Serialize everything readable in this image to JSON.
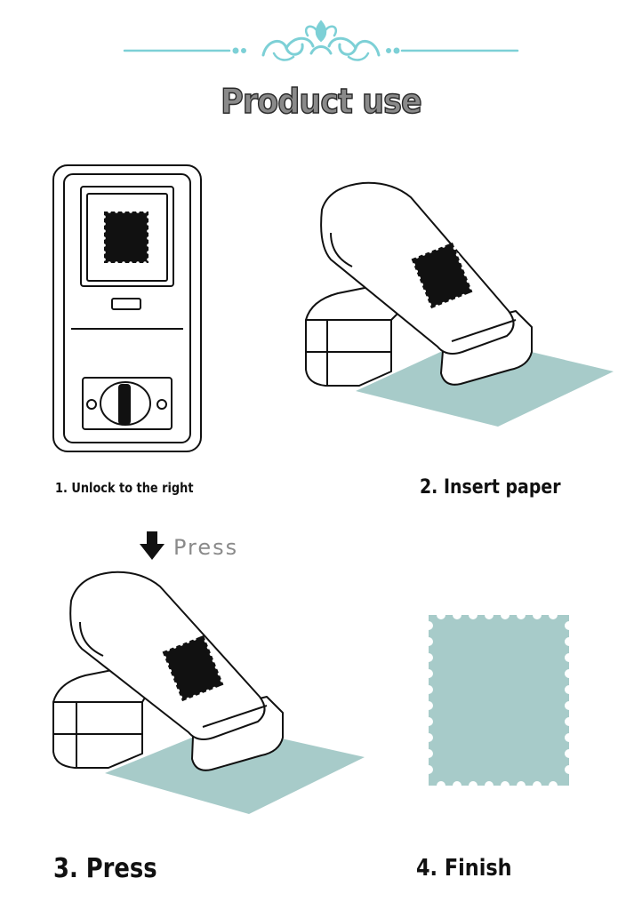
{
  "title": "Product use",
  "press_label": "Press",
  "steps": [
    {
      "label": "1. Unlock to the right"
    },
    {
      "label": "2. Insert paper"
    },
    {
      "label": "3. Press"
    },
    {
      "label": "4. Finish"
    }
  ],
  "colors": {
    "ornament": "#7dd0d6",
    "paper": "#a7cbc9",
    "outline": "#111111",
    "title_fill": "#8a8a8a"
  },
  "icons": [
    "flourish-ornament",
    "punch-front-view",
    "punch-side-view",
    "down-arrow-icon",
    "stamp-shape"
  ]
}
